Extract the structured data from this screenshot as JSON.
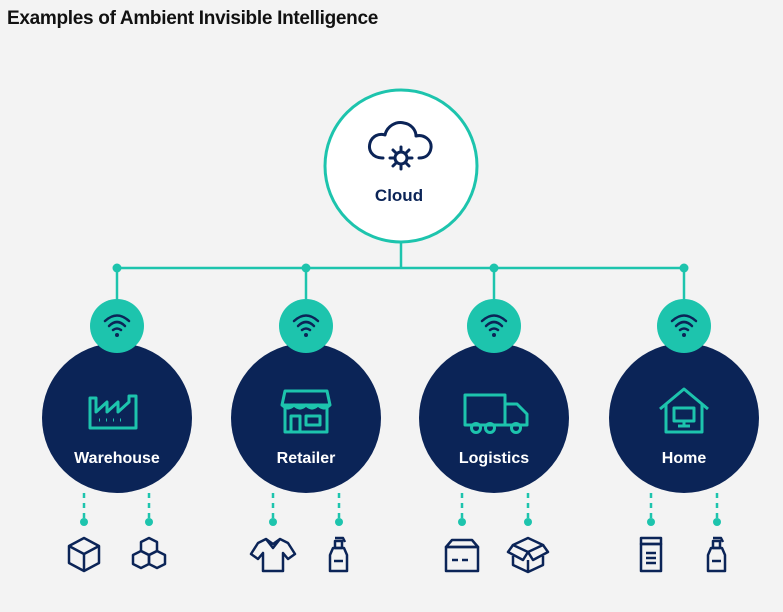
{
  "title": "Examples of Ambient Invisible Intelligence",
  "cloud": {
    "label": "Cloud",
    "icon": "cloud-gear-icon"
  },
  "colors": {
    "navy": "#0b2457",
    "teal": "#1dc4ad",
    "background": "#f3f3f3"
  },
  "nodes": [
    {
      "label": "Warehouse",
      "icon": "factory-icon",
      "devices": [
        "box-icon",
        "stacked-boxes-icon"
      ]
    },
    {
      "label": "Retailer",
      "icon": "storefront-icon",
      "devices": [
        "shirt-icon",
        "spray-bottle-icon"
      ]
    },
    {
      "label": "Logistics",
      "icon": "truck-icon",
      "devices": [
        "package-icon",
        "open-box-icon"
      ]
    },
    {
      "label": "Home",
      "icon": "house-icon",
      "devices": [
        "jar-icon",
        "spray-bottle-icon"
      ]
    }
  ]
}
